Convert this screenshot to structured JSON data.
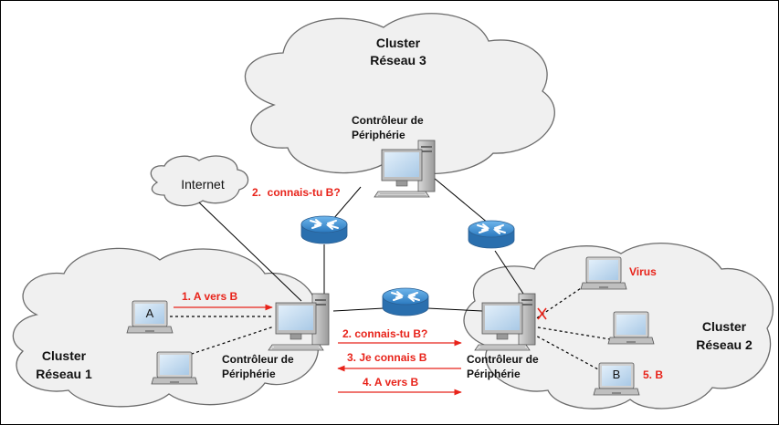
{
  "colors": {
    "border": "#000000",
    "cloud_fill": "#f0f0f0",
    "cloud_stroke": "#6b6b6b",
    "message_red": "#e8231a",
    "router_blue": "#3d8fd1",
    "screen_blue": "#c9dff3"
  },
  "clusters": {
    "c3": {
      "line1": "Cluster",
      "line2": "Réseau 3"
    },
    "c1": {
      "line1": "Cluster",
      "line2": "Réseau 1"
    },
    "c2": {
      "line1": "Cluster",
      "line2": "Réseau 2"
    }
  },
  "internet": "Internet",
  "controllers": {
    "top": {
      "line1": "Contrôleur de",
      "line2": "Périphérie"
    },
    "left": {
      "line1": "Contrôleur de",
      "line2": "Périphérie"
    },
    "right": {
      "line1": "Contrôleur de",
      "line2": "Périphérie"
    }
  },
  "hosts": {
    "a": "A",
    "b": "B"
  },
  "messages": {
    "m1": "1. A vers B",
    "m2_top": "2.  connais-tu B?",
    "m2": "2. connais-tu B?",
    "m3": "3. Je connais B",
    "m4": "4. A vers B",
    "m5": "5. B",
    "virus": "Virus"
  },
  "icons": [
    "router-icon",
    "computer-icon",
    "laptop-icon",
    "cloud-icon",
    "arrow-icon",
    "blocked-x-icon"
  ]
}
